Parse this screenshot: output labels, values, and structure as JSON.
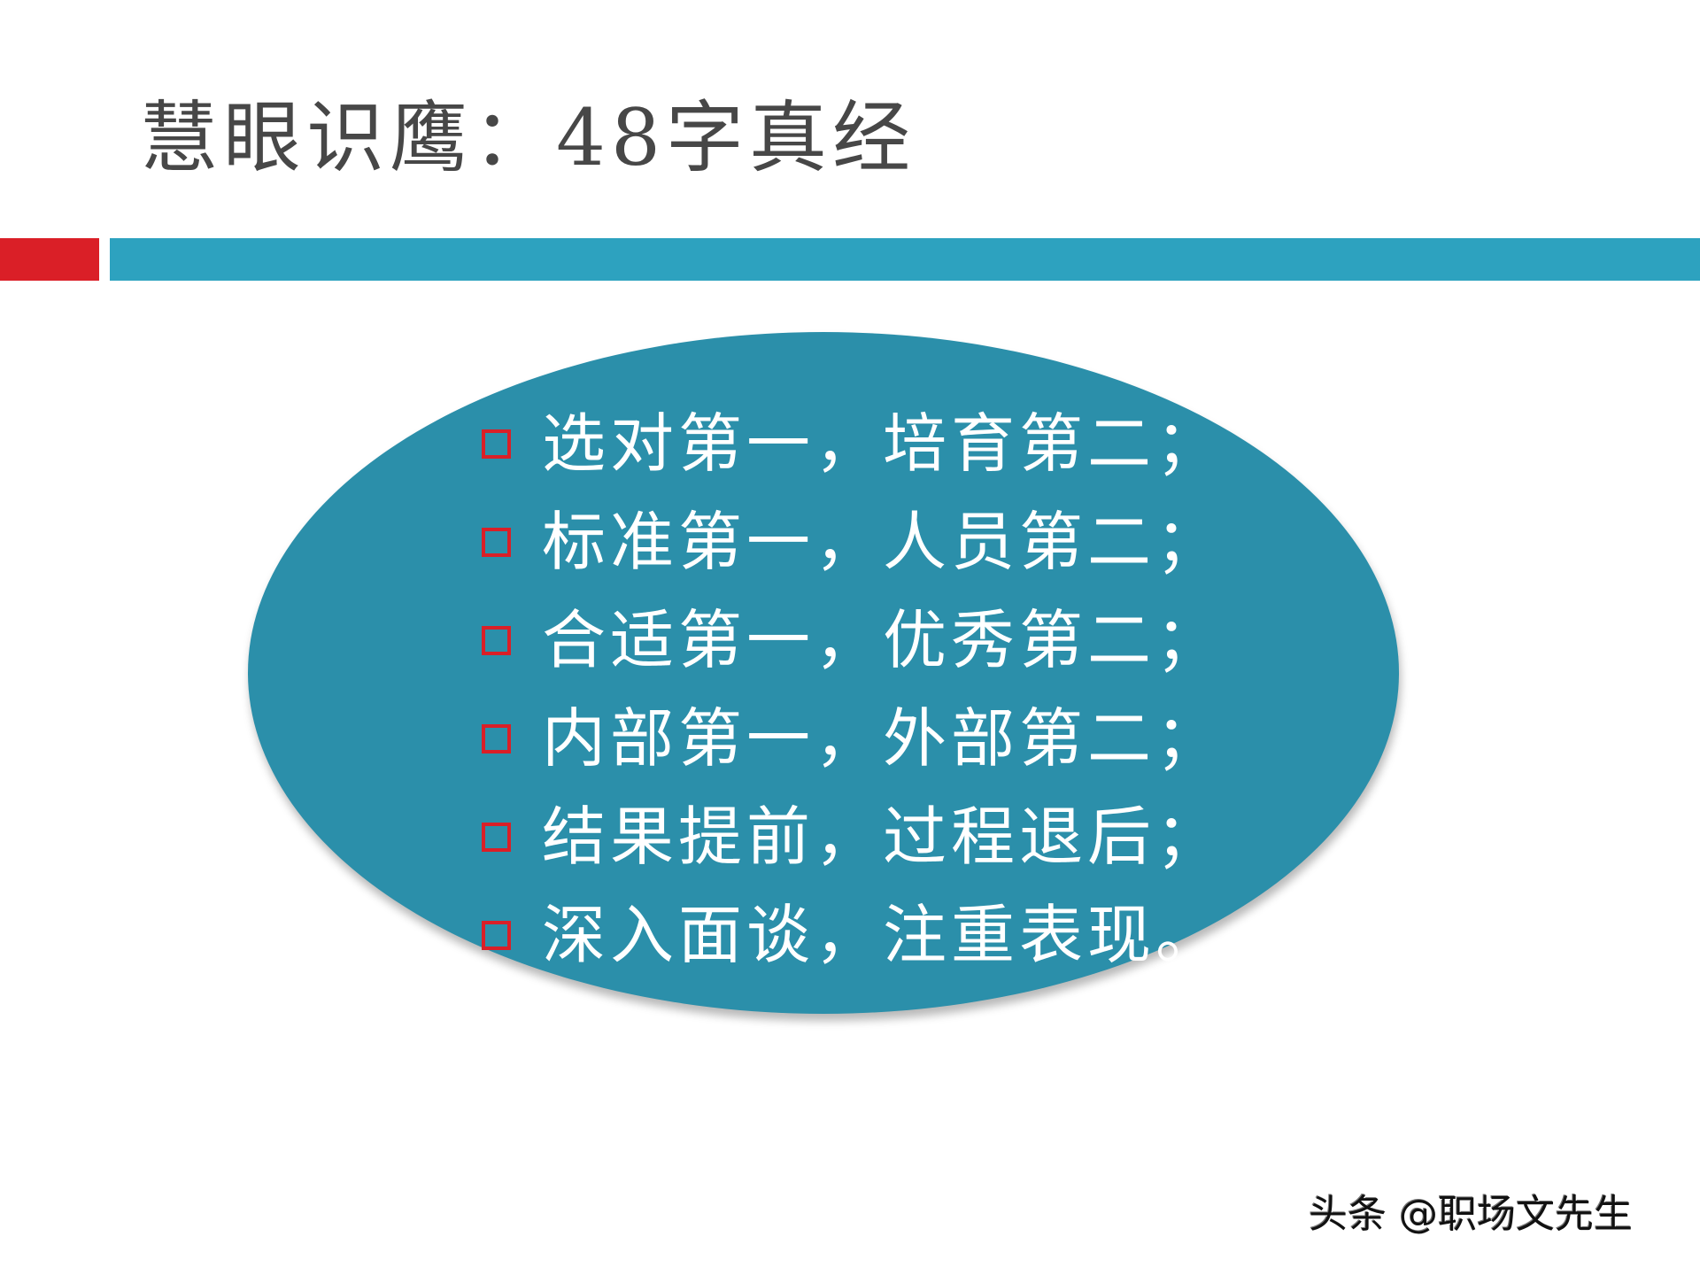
{
  "slide": {
    "title": "慧眼识鹰：48字真经",
    "colors": {
      "title_text": "#474747",
      "accent_red": "#DA1F27",
      "accent_blue": "#2DA2BF",
      "ellipse_fill": "#2B8FAA",
      "bullet_text": "#FFFFFF",
      "background": "#FFFFFF"
    },
    "bullet_icon": "hollow-square-icon",
    "bullets": [
      {
        "text": "选对第一，培育第二；"
      },
      {
        "text": "标准第一，人员第二；"
      },
      {
        "text": "合适第一，优秀第二；"
      },
      {
        "text": "内部第一，外部第二；"
      },
      {
        "text": "结果提前，过程退后；"
      },
      {
        "text": "深入面谈，注重表现。"
      }
    ]
  },
  "watermark": {
    "text": "头条 @职场文先生"
  }
}
